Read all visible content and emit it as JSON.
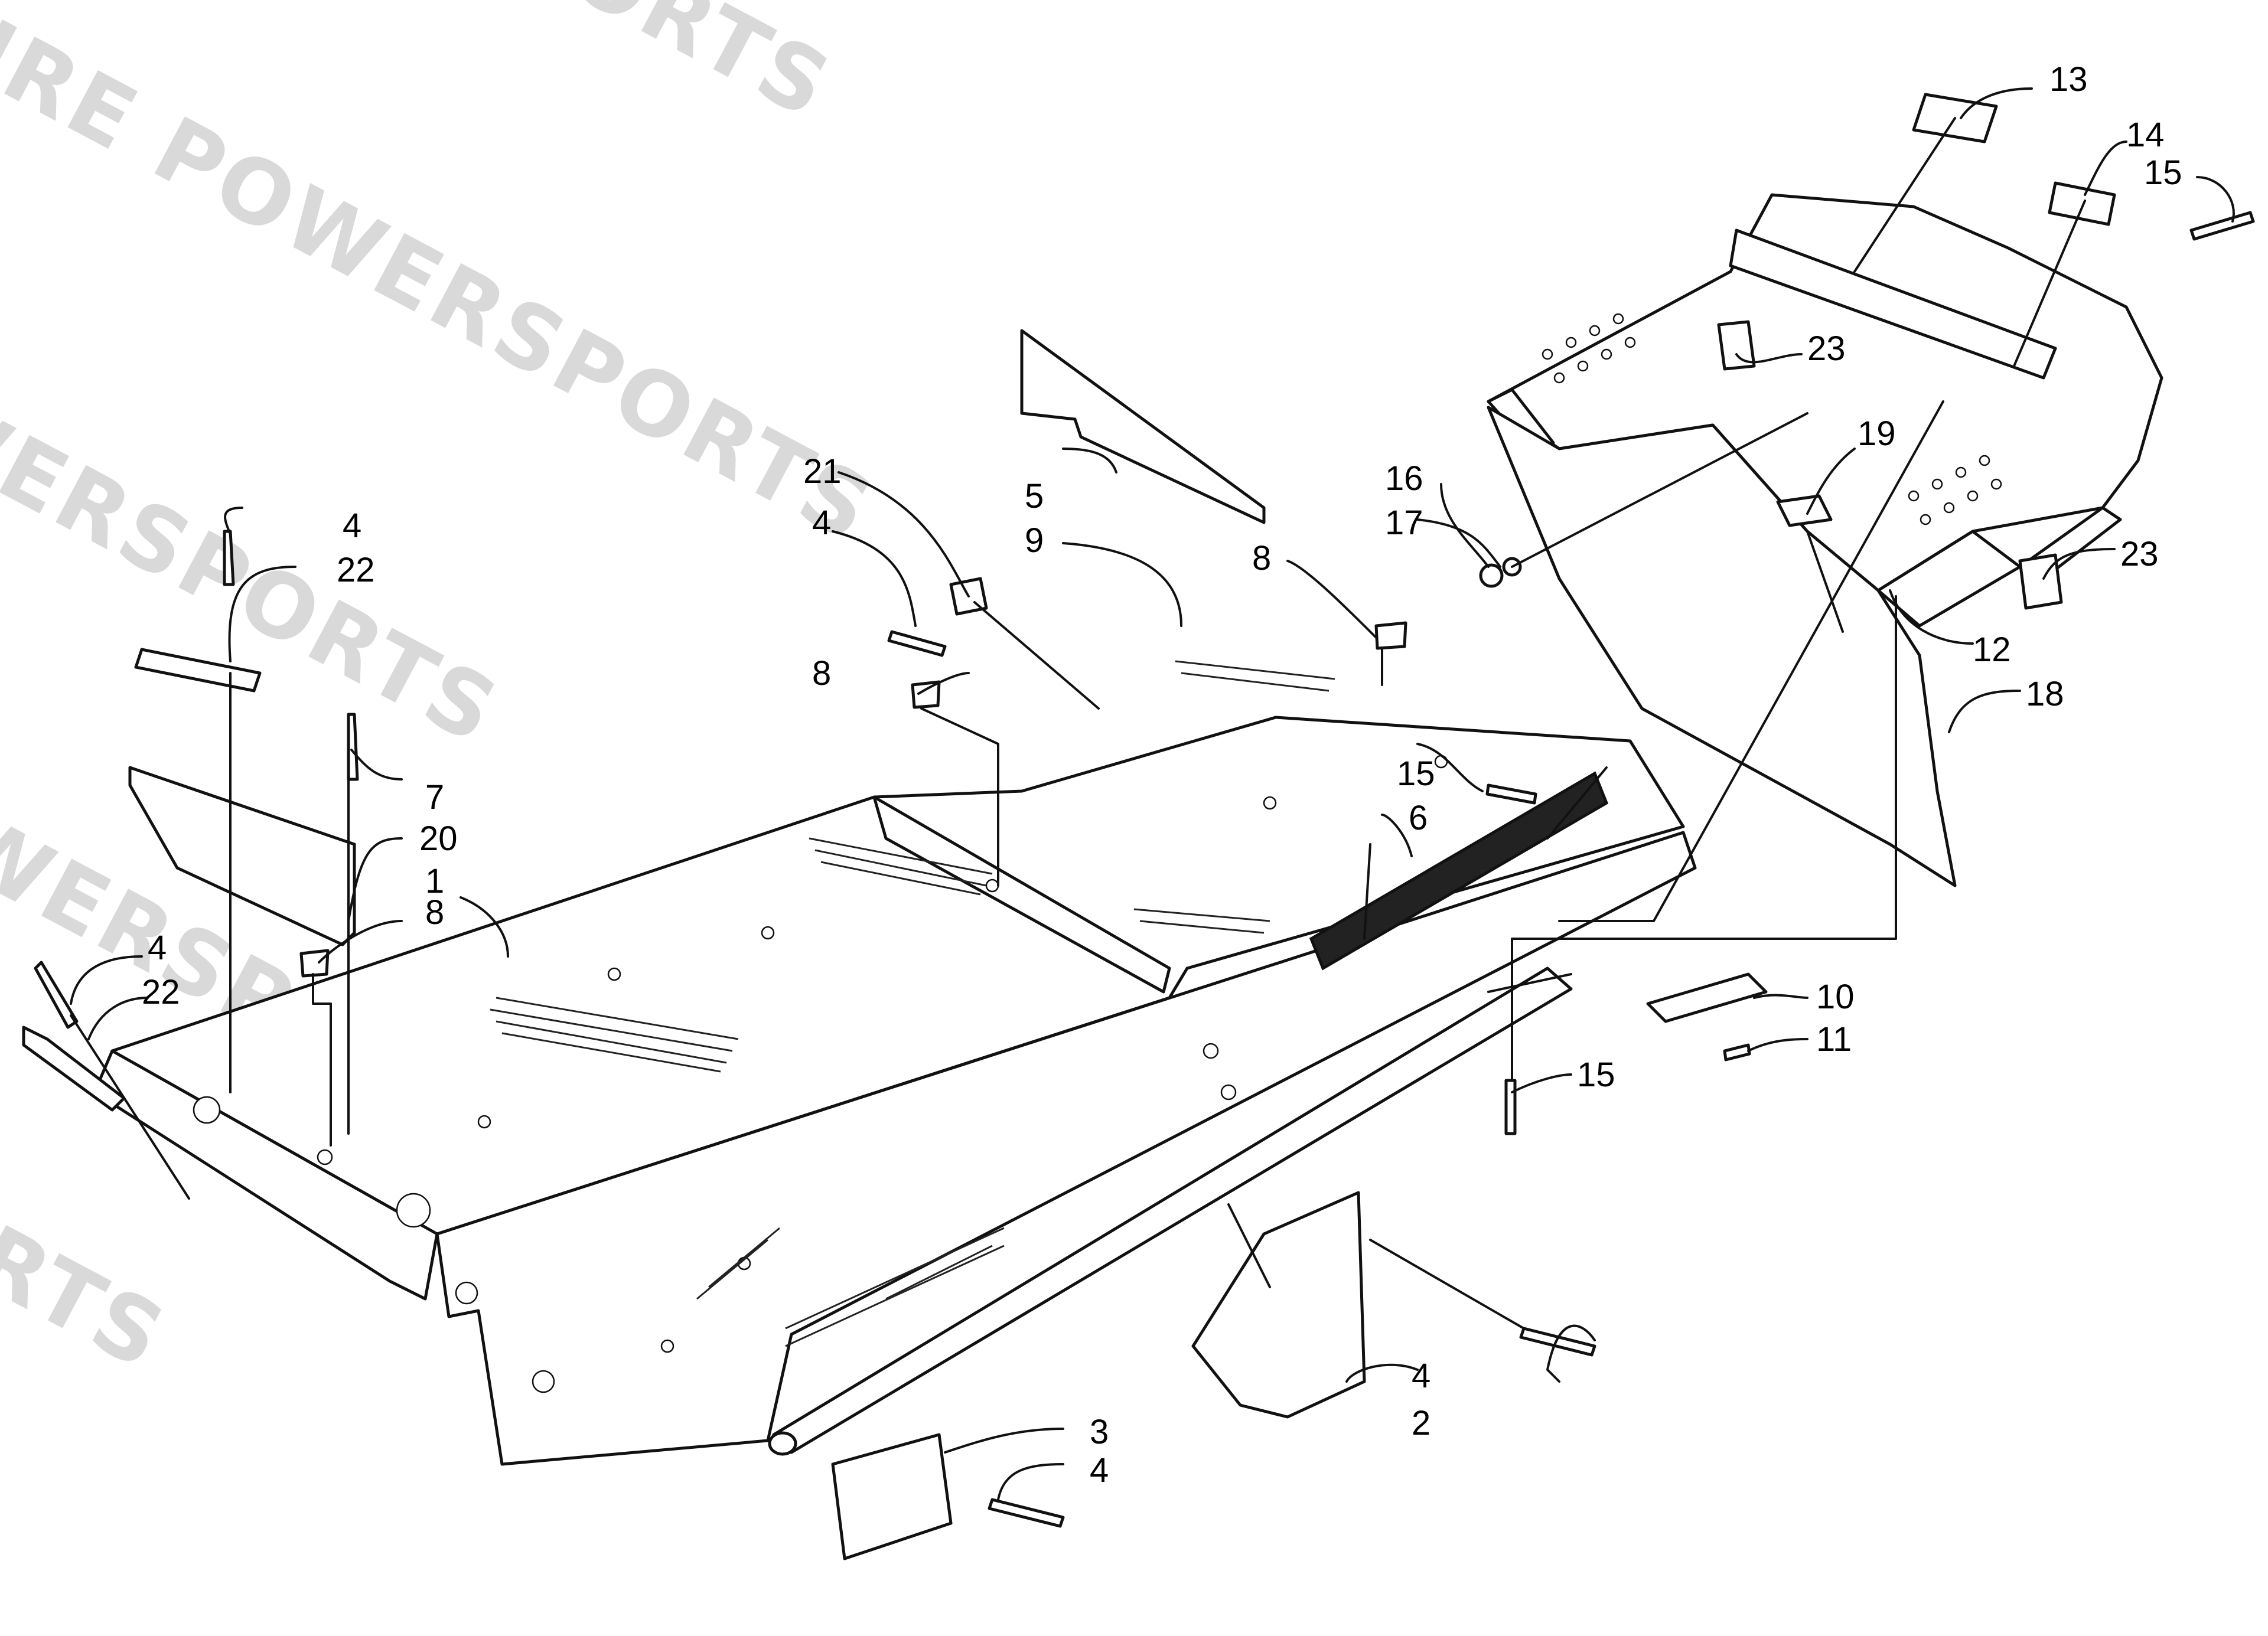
{
  "watermark": {
    "text": "EMPIRE POWERSPORTS",
    "color": "#d9d9d9"
  },
  "callouts": [
    {
      "id": "c13",
      "label": "13"
    },
    {
      "id": "c14",
      "label": "14"
    },
    {
      "id": "c15a",
      "label": "15"
    },
    {
      "id": "c23a",
      "label": "23"
    },
    {
      "id": "c19",
      "label": "19"
    },
    {
      "id": "c16",
      "label": "16"
    },
    {
      "id": "c17",
      "label": "17"
    },
    {
      "id": "c23b",
      "label": "23"
    },
    {
      "id": "c12",
      "label": "12"
    },
    {
      "id": "c18",
      "label": "18"
    },
    {
      "id": "c21",
      "label": "21"
    },
    {
      "id": "c5",
      "label": "5"
    },
    {
      "id": "c4a",
      "label": "4"
    },
    {
      "id": "c9",
      "label": "9"
    },
    {
      "id": "c8a",
      "label": "8"
    },
    {
      "id": "c8b",
      "label": "8"
    },
    {
      "id": "c4b",
      "label": "4"
    },
    {
      "id": "c22a",
      "label": "22"
    },
    {
      "id": "c7",
      "label": "7"
    },
    {
      "id": "c20",
      "label": "20"
    },
    {
      "id": "c1",
      "label": "1"
    },
    {
      "id": "c8c",
      "label": "8"
    },
    {
      "id": "c4c",
      "label": "4"
    },
    {
      "id": "c22b",
      "label": "22"
    },
    {
      "id": "c15b",
      "label": "15"
    },
    {
      "id": "c6",
      "label": "6"
    },
    {
      "id": "c10",
      "label": "10"
    },
    {
      "id": "c11",
      "label": "11"
    },
    {
      "id": "c15c",
      "label": "15"
    },
    {
      "id": "c4d",
      "label": "4"
    },
    {
      "id": "c2",
      "label": "2"
    },
    {
      "id": "c3",
      "label": "3"
    },
    {
      "id": "c4e",
      "label": "4"
    }
  ]
}
